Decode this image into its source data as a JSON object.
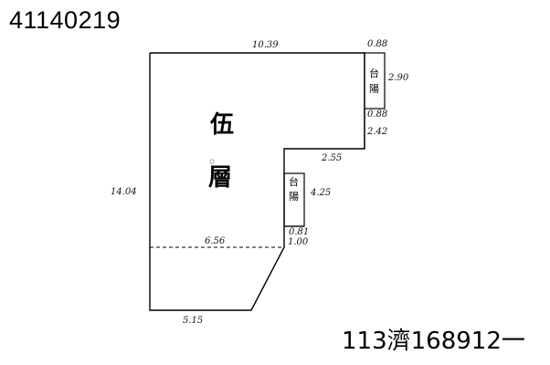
{
  "header": {
    "sheet_id": "41140219"
  },
  "footer": {
    "case_number": "113濟168912一"
  },
  "plan": {
    "floor_label": {
      "char1": "伍",
      "char2": "層"
    },
    "balcony_label": {
      "char1": "陽",
      "char2": "台"
    },
    "dimensions": {
      "top_edge": "10.39",
      "top_right_small": "0.88",
      "right_upper": "2.90",
      "balcony_bottom_small": "0.88",
      "right_step": "2.42",
      "step_horizontal": "2.55",
      "balcony2_side": "4.25",
      "balcony2_bottom_small": "0.81",
      "diagonal_top": "1.00",
      "left_edge": "14.04",
      "dashed_line": "6.56",
      "bottom_edge": "5.15"
    }
  }
}
